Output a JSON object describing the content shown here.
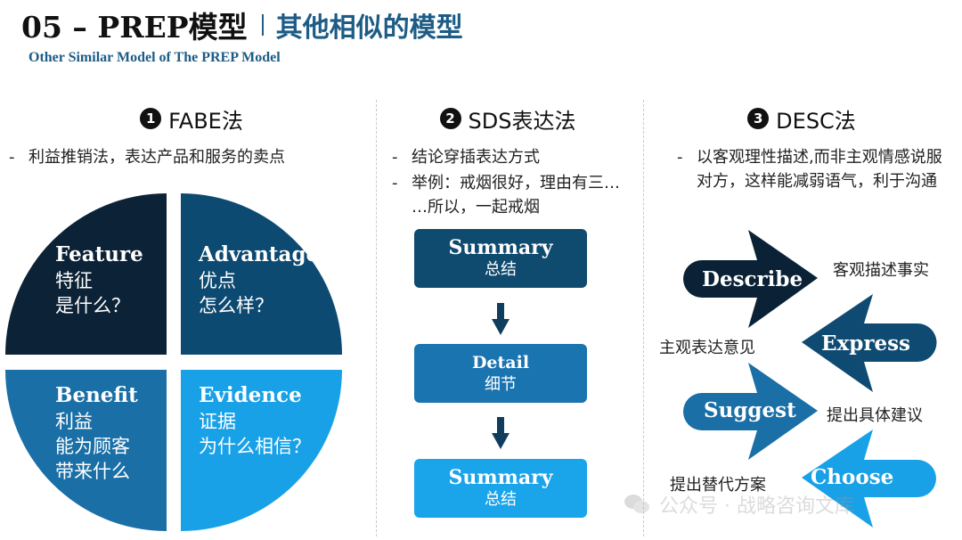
{
  "header": {
    "title": "05 – PREP模型",
    "subtitle_cn": "其他相似的模型",
    "subtitle_en": "Other Similar Model of  The PREP Model"
  },
  "columns": [
    {
      "number": "1",
      "title": "FABE法",
      "bullets": [
        "利益推销法，表达产品和服务的卖点"
      ]
    },
    {
      "number": "2",
      "title": "SDS表达法",
      "bullets": [
        "结论穿插表达方式",
        "举例：戒烟很好，理由有三… …所以，一起戒烟"
      ]
    },
    {
      "number": "3",
      "title": "DESC法",
      "bullets": [
        "以客观理性描述,而非主观情感说服对方，这样能减弱语气，利于沟通"
      ]
    }
  ],
  "fabe": {
    "feature": {
      "en": "Feature",
      "zh1": "特征",
      "zh2": "是什么？",
      "color": "#0c2236"
    },
    "advantage": {
      "en": "Advantage",
      "zh1": "优点",
      "zh2": "怎么样？",
      "color": "#0d4a72"
    },
    "benefit": {
      "en": "Benefit",
      "zh1": "利益",
      "zh2": "能为顾客",
      "zh3": "带来什么",
      "color": "#1a6fa6"
    },
    "evidence": {
      "en": "Evidence",
      "zh1": "证据",
      "zh2": "为什么相信？",
      "color": "#19a1e8"
    }
  },
  "sds": [
    {
      "en": "Summary",
      "zh": "总结",
      "color": "#0f4a6f"
    },
    {
      "en": "Detail",
      "zh": "细节",
      "color": "#1a74b0"
    },
    {
      "en": "Summary",
      "zh": "总结",
      "color": "#1aa4ea"
    }
  ],
  "desc": {
    "describe": {
      "label": "Describe",
      "note": "客观描述事实",
      "color": "#0b2236"
    },
    "express": {
      "label": "Express",
      "note": "主观表达意见",
      "color": "#0e4a72"
    },
    "suggest": {
      "label": "Suggest",
      "note": "提出具体建议",
      "color": "#1a6fa6"
    },
    "choose": {
      "label": "Choose",
      "note": "提出替代方案",
      "color": "#19a1e8"
    }
  },
  "watermark": "公众号 · 战略咨询文库",
  "colors": {
    "accent": "#1d5c86",
    "arrow": "#0f3d5e"
  }
}
